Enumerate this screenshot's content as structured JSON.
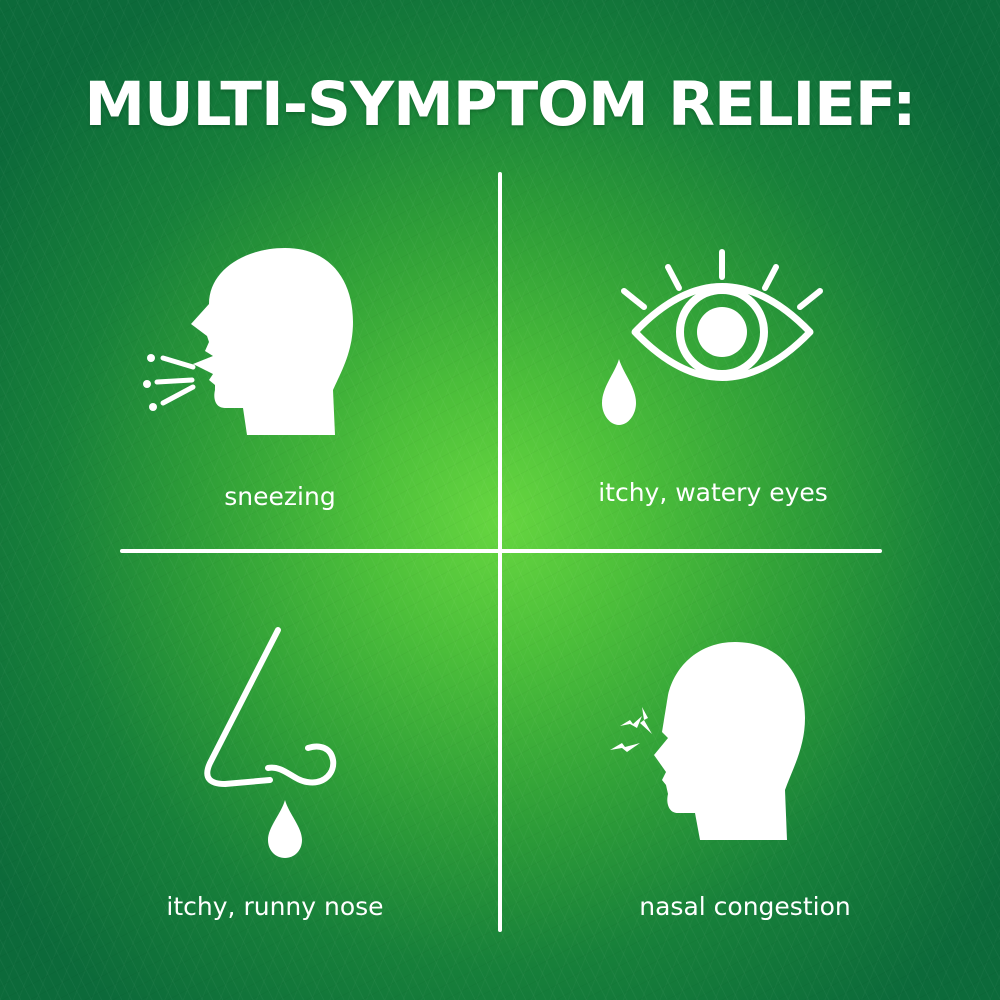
{
  "title": "MULTI-SYMPTOM RELIEF:",
  "colors": {
    "background_center": "#66d640",
    "background_edge": "#0c6a3a",
    "foreground": "#ffffff"
  },
  "quadrants": [
    {
      "position": "top-left",
      "icon": "sneezing-head-icon",
      "label": "sneezing"
    },
    {
      "position": "top-right",
      "icon": "watery-eye-icon",
      "label": "itchy, watery eyes"
    },
    {
      "position": "bottom-left",
      "icon": "runny-nose-icon",
      "label": "itchy, runny nose"
    },
    {
      "position": "bottom-right",
      "icon": "congested-head-icon",
      "label": "nasal congestion"
    }
  ]
}
